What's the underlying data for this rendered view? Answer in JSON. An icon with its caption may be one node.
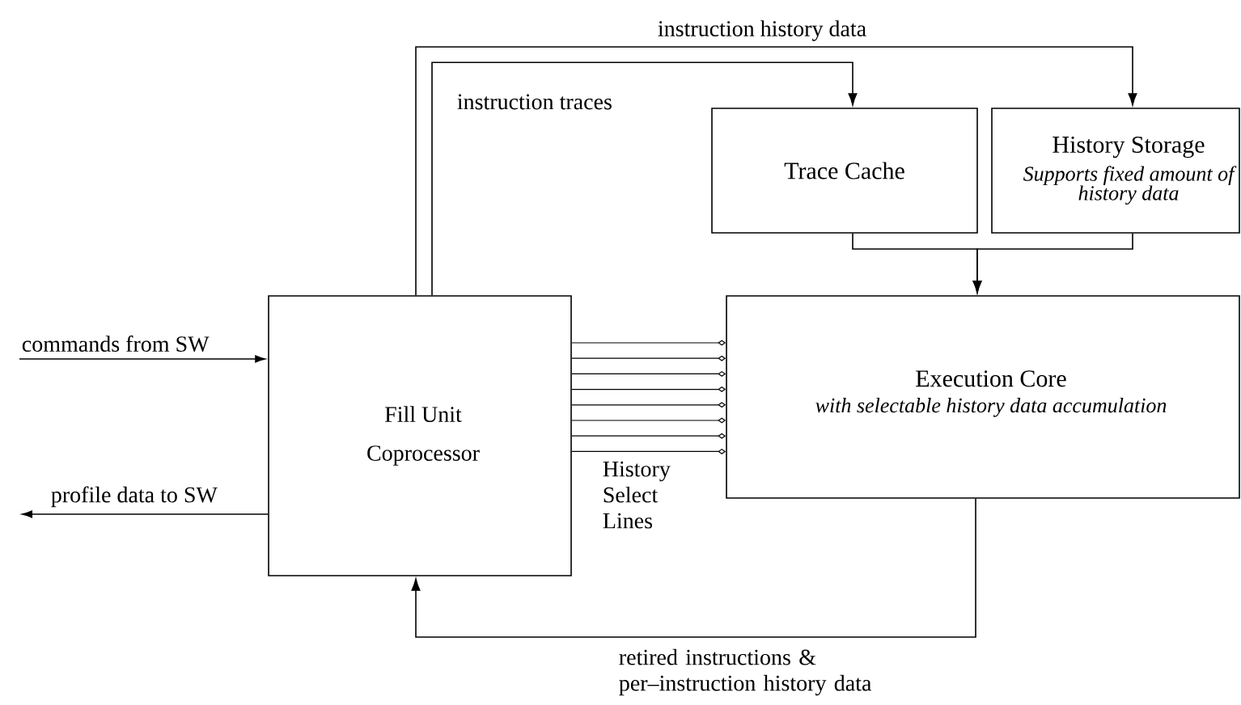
{
  "diagram": {
    "nodes": [
      {
        "text": [
          "Fill Unit",
          "Coprocessor"
        ]
      },
      {
        "text": [
          "Trace Cache"
        ]
      },
      {
        "text": [
          "History Storage",
          "Supports fixed amount of history data"
        ]
      },
      {
        "text": [
          "Execution Core",
          "with selectable history data accumulation"
        ]
      }
    ],
    "edges": [
      {
        "from": null,
        "to": 0,
        "arrow": "to",
        "label": "commands from SW"
      },
      {
        "from": 0,
        "to": null,
        "arrow": "to",
        "label": "profile data to SW"
      },
      {
        "from": 0,
        "to": 1,
        "arrow": "to",
        "label": "instruction traces"
      },
      {
        "from": 0,
        "to": 2,
        "arrow": "to",
        "label": "instruction history data"
      },
      {
        "from": 1,
        "to": 3,
        "arrow": "to"
      },
      {
        "from": 2,
        "to": 3,
        "arrow": "to"
      },
      {
        "from": 0,
        "to": 3,
        "arrow": "other"
      },
      {
        "from": 0,
        "to": 3,
        "arrow": "other"
      },
      {
        "from": 0,
        "to": 3,
        "arrow": "other"
      },
      {
        "from": 0,
        "to": 3,
        "arrow": "other"
      },
      {
        "from": 0,
        "to": 3,
        "arrow": "other"
      },
      {
        "from": 0,
        "to": 3,
        "arrow": "other"
      },
      {
        "from": 0,
        "to": 3,
        "arrow": "other"
      },
      {
        "from": 0,
        "to": 3,
        "arrow": "other",
        "label": "History Select Lines"
      },
      {
        "from": 3,
        "to": 0,
        "arrow": "to",
        "label": "retired instructions & per–instruction history data"
      }
    ]
  }
}
